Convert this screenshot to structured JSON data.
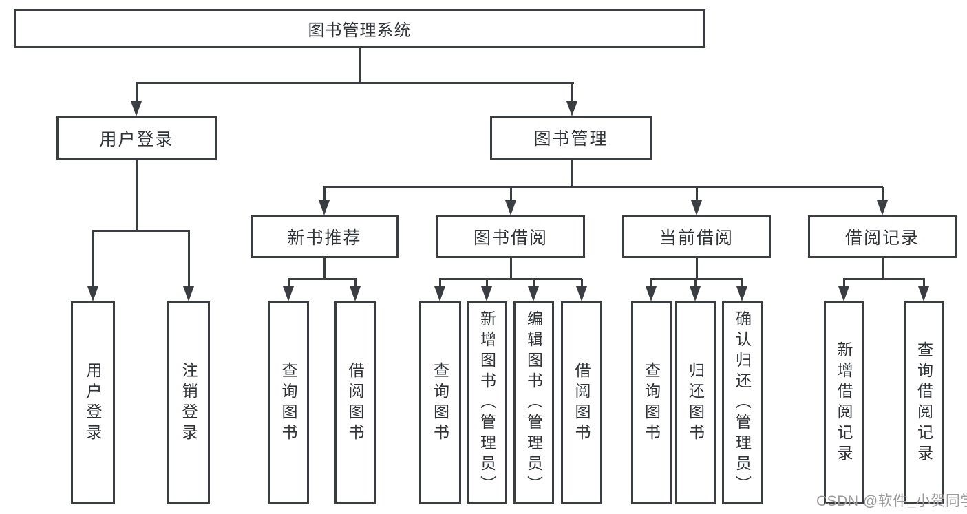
{
  "title": "图书管理系统",
  "watermark": "CSDN @软件_小贺同学",
  "colors": {
    "line": "#3a3d42",
    "text": "#2f3237",
    "box_background": "#ffffff",
    "page_background": "#ffffff",
    "watermark": "#9b9b9b"
  },
  "nodes": {
    "root": {
      "label": "图书管理系统"
    },
    "user_login": {
      "label": "用户登录",
      "children": [
        {
          "label": "用户登录"
        },
        {
          "label": "注销登录"
        }
      ]
    },
    "book_mgmt": {
      "label": "图书管理"
    },
    "new_books": {
      "label": "新书推荐",
      "children": [
        {
          "label": "查询图书"
        },
        {
          "label": "借阅图书"
        }
      ]
    },
    "borrowing": {
      "label": "图书借阅",
      "children": [
        {
          "label": "查询图书"
        },
        {
          "label": "新增图书（管理员）"
        },
        {
          "label": "编辑图书（管理员）"
        },
        {
          "label": "借阅图书"
        }
      ]
    },
    "current": {
      "label": "当前借阅",
      "children": [
        {
          "label": "查询图书"
        },
        {
          "label": "归还图书"
        },
        {
          "label": "确认归还（管理员）"
        }
      ]
    },
    "records": {
      "label": "借阅记录",
      "children": [
        {
          "label": "新增借阅记录"
        },
        {
          "label": "查询借阅记录"
        }
      ]
    }
  }
}
